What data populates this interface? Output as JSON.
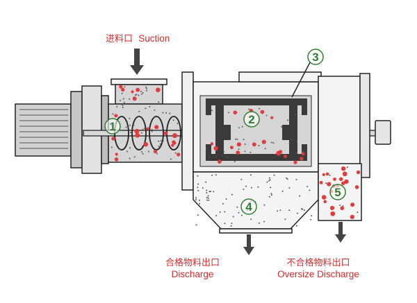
{
  "labels": {
    "suction_zh": "进料口",
    "suction_en": "Suction",
    "discharge_zh": "合格物料出口",
    "discharge_en": "Discharge",
    "oversize_zh": "不合格物料出口",
    "oversize_en": "Oversize Discharge"
  },
  "callouts": [
    "1",
    "2",
    "3",
    "4",
    "5"
  ],
  "colors": {
    "outline": "#222222",
    "body_fill": "#d6d6d6",
    "light_fill": "#f4f4f4",
    "frame": "#3a3a3a",
    "particle_red": "#e23b3b",
    "text_red": "#d82a2a",
    "callout_green": "#2f7d2f"
  }
}
